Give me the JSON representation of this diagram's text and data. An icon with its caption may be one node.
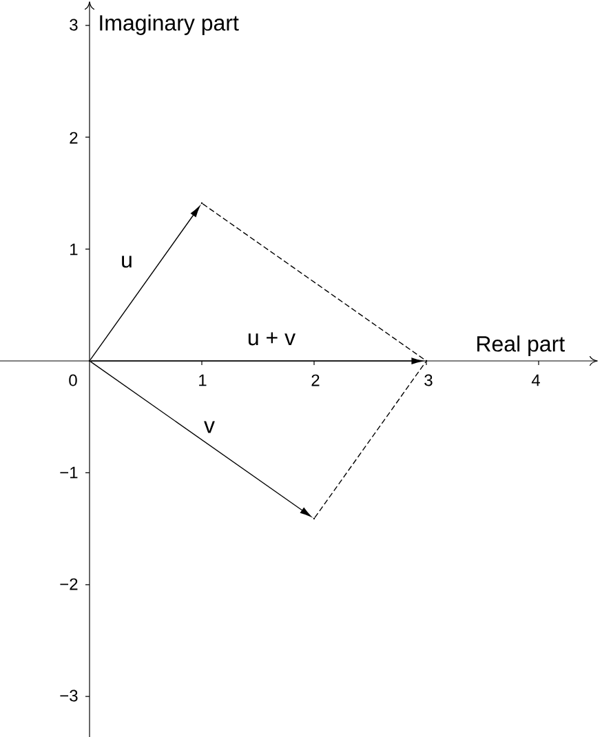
{
  "diagram": {
    "nodes": [
      {
        "text": [],
        "shape": "point"
      },
      {
        "text": [],
        "shape": "point"
      },
      {
        "text": [],
        "shape": "point"
      },
      {
        "text": [],
        "shape": "point"
      }
    ],
    "edges": [
      {
        "from": 0,
        "to": 1,
        "arrow": "to",
        "label": "u"
      },
      {
        "from": 0,
        "to": 2,
        "arrow": "to",
        "label": "v"
      },
      {
        "from": 0,
        "to": 3,
        "arrow": "to",
        "label": "u + v"
      },
      {
        "from": 1,
        "to": 3,
        "arrow": "none",
        "style": "dashed"
      },
      {
        "from": 2,
        "to": 3,
        "arrow": "none",
        "style": "dashed"
      }
    ],
    "labels": [
      "Imaginary part",
      "Real part",
      "0",
      "1",
      "2",
      "3",
      "4",
      "3",
      "2",
      "1",
      "−1",
      "−2",
      "−3"
    ]
  }
}
